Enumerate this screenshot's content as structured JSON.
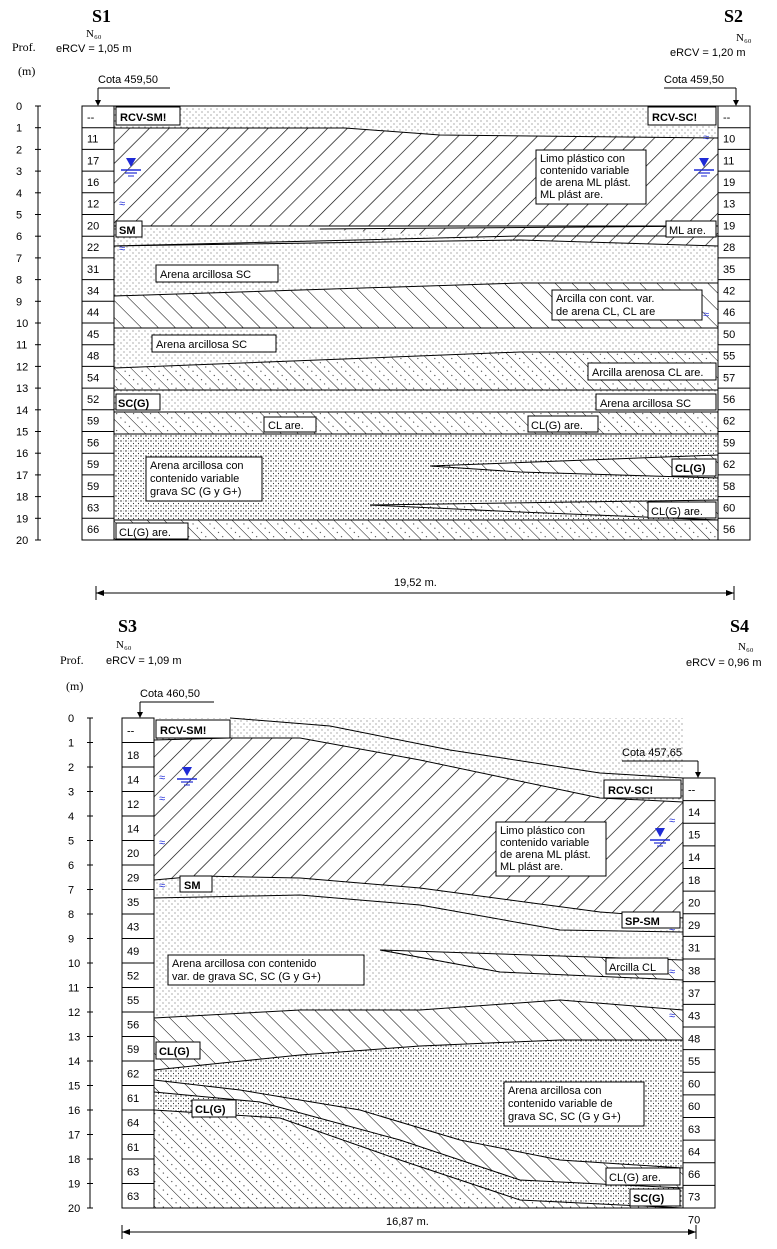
{
  "profile_top": {
    "left_borehole": {
      "name": "S1",
      "n_label": "N₆₀",
      "thickness": "eRCV = 1,05 m",
      "cota": "Cota 459,50"
    },
    "right_borehole": {
      "name": "S2",
      "n_label": "N₆₀",
      "thickness": "eRCV = 1,20 m",
      "cota": "Cota 459,50"
    },
    "depth_title": "Prof.",
    "depth_unit": "(m)",
    "depth_ticks": [
      "0",
      "1",
      "2",
      "3",
      "4",
      "5",
      "6",
      "7",
      "8",
      "9",
      "10",
      "11",
      "12",
      "13",
      "14",
      "15",
      "16",
      "17",
      "18",
      "19",
      "20"
    ],
    "left_n": [
      "--",
      "11",
      "17",
      "16",
      "12",
      "20",
      "22",
      "31",
      "34",
      "44",
      "45",
      "48",
      "54",
      "52",
      "59",
      "56",
      "59",
      "59",
      "63",
      "66"
    ],
    "right_n": [
      "--",
      "10",
      "11",
      "19",
      "13",
      "19",
      "28",
      "35",
      "42",
      "46",
      "50",
      "55",
      "57",
      "56",
      "62",
      "59",
      "62",
      "58",
      "60",
      "56"
    ],
    "labels": {
      "rcv_left": "RCV-SM!",
      "rcv_right": "RCV-SC!",
      "limo": [
        "Limo plástico con",
        "contenido variable",
        "de arena ML plást.",
        "ML plást are."
      ],
      "sm": "SM",
      "ml_are": "ML are.",
      "arena_sc_1": "Arena arcillosa SC",
      "arcilla_cl": [
        "Arcilla con cont. var.",
        "de arena CL, CL are"
      ],
      "arena_sc_2": "Arena arcillosa SC",
      "arcilla_arenosa": "Arcilla arenosa CL are.",
      "sc_g": "SC(G)",
      "arena_sc_3": "Arena arcillosa SC",
      "cl_are": "CL are.",
      "cl_g_are_mid": "CL(G) are.",
      "arena_grava": [
        "Arena arcillosa con",
        "contenido variable",
        "grava SC (G y G+)"
      ],
      "cl_g": "CL(G)",
      "cl_g_are_right": "CL(G) are.",
      "cl_g_are_left": "CL(G) are."
    },
    "distance": "19,52 m."
  },
  "profile_bottom": {
    "left_borehole": {
      "name": "S3",
      "n_label": "N₆₀",
      "thickness": "eRCV = 1,09 m",
      "cota": "Cota 460,50"
    },
    "right_borehole": {
      "name": "S4",
      "n_label": "N₆₀",
      "thickness": "eRCV = 0,96 m",
      "cota": "Cota 457,65"
    },
    "depth_title": "Prof.",
    "depth_unit": "(m)",
    "depth_ticks": [
      "0",
      "1",
      "2",
      "3",
      "4",
      "5",
      "6",
      "7",
      "8",
      "9",
      "10",
      "11",
      "12",
      "13",
      "14",
      "15",
      "16",
      "17",
      "18",
      "19",
      "20"
    ],
    "left_n": [
      "--",
      "18",
      "14",
      "12",
      "14",
      "20",
      "29",
      "35",
      "43",
      "49",
      "52",
      "55",
      "56",
      "59",
      "62",
      "61",
      "64",
      "61",
      "63",
      "63"
    ],
    "right_n": [
      "--",
      "14",
      "15",
      "14",
      "18",
      "20",
      "29",
      "31",
      "38",
      "37",
      "43",
      "48",
      "55",
      "60",
      "60",
      "63",
      "64",
      "66",
      "73",
      "70"
    ],
    "labels": {
      "rcv_left": "RCV-SM!",
      "rcv_right": "RCV-SC!",
      "limo": [
        "Limo plástico con",
        "contenido variable",
        "de arena ML plást.",
        "ML plást are."
      ],
      "sm": "SM",
      "sp_sm": "SP-SM",
      "arena_grava": [
        "Arena arcillosa con contenido",
        "var. de grava SC, SC (G y G+)"
      ],
      "arcilla_cl": "Arcilla CL",
      "cl_g_left": "CL(G)",
      "arena_grava_right": [
        "Arena arcillosa con",
        "contenido variable de",
        "grava SC, SC (G y G+)"
      ],
      "cl_g_low": "CL(G)",
      "cl_g_are": "CL(G) are.",
      "sc_g": "SC(G)"
    },
    "distance": "16,87 m."
  },
  "colors": {
    "water_table": "#1f2bd6",
    "line": "#000000"
  }
}
